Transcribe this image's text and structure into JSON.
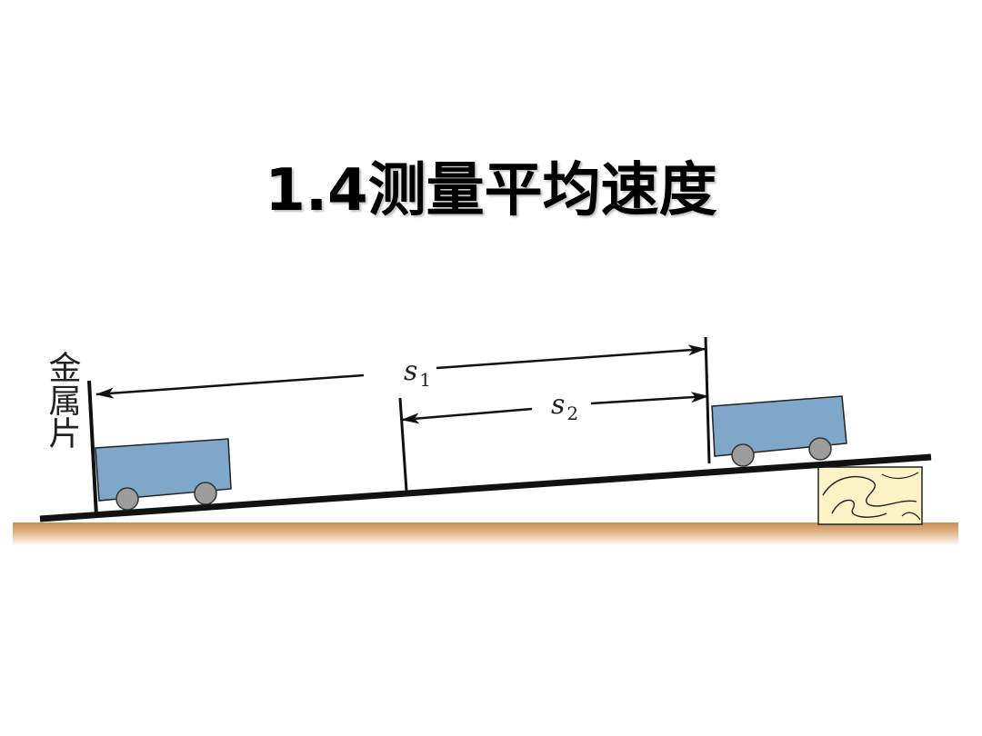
{
  "slide": {
    "title": "1.4测量平均速度"
  },
  "diagram": {
    "metal_label": "金属片",
    "distance_1": {
      "symbol": "s",
      "subscript": "1"
    },
    "distance_2": {
      "symbol": "s",
      "subscript": "2"
    },
    "colors": {
      "ground": "#d9ab7a",
      "cart_body": "#7ea7c9",
      "wheel": "#9c9c9c",
      "wood_block": "#fbf3c6",
      "incline": "#111111"
    }
  }
}
